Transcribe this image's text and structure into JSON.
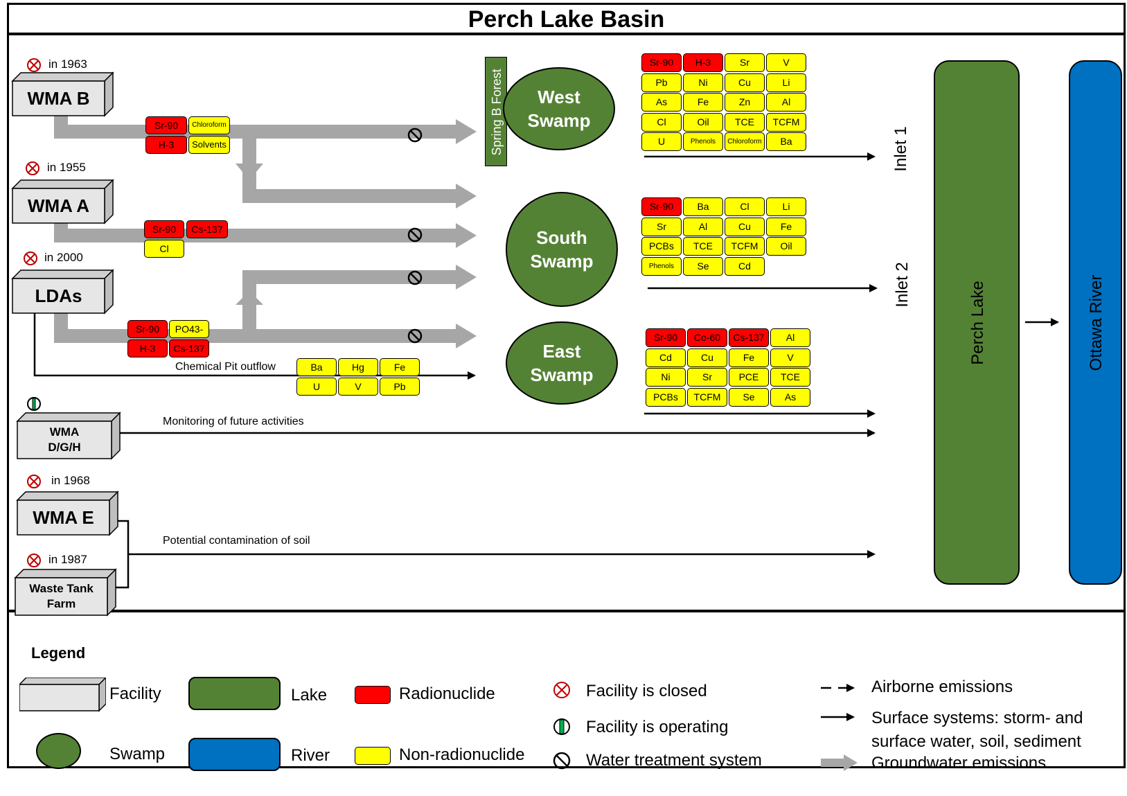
{
  "title": "Perch Lake Basin",
  "colors": {
    "radionuclide": "#ff0000",
    "non_radionuclide": "#ffff00",
    "lake": "#548235",
    "river": "#0070c0",
    "facility": "#e7e6e6",
    "groundwater": "#a6a6a6"
  },
  "facilities": {
    "wma_b": {
      "label": "WMA B",
      "status_year": "in 1963"
    },
    "wma_a": {
      "label": "WMA A",
      "status_year": "in 1955"
    },
    "ldas": {
      "label": "LDAs",
      "status_year": "in 2000"
    },
    "wma_dgh": {
      "label": "WMA D/G/H"
    },
    "wma_e": {
      "label": "WMA E",
      "status_year": "in 1968"
    },
    "waste_tank_farm": {
      "label": "Waste Tank Farm",
      "status_year": "in 1987"
    }
  },
  "flow_labels": {
    "chemical_pit": "Chemical Pit outflow",
    "monitoring": "Monitoring of future activities",
    "potential_soil": "Potential contamination of soil"
  },
  "source_contaminants": {
    "wma_b": [
      "Sr-90",
      "Chloroform",
      "H-3",
      "Solvents"
    ],
    "wma_a": [
      "Sr-90",
      "Cs-137",
      "Cl"
    ],
    "ldas": [
      "Sr-90",
      "PO43-",
      "H-3",
      "Cs-137"
    ],
    "chemical_pit": [
      "Ba",
      "Hg",
      "Fe",
      "U",
      "V",
      "Pb"
    ]
  },
  "swamps": {
    "west": "West Swamp",
    "south": "South Swamp",
    "east": "East Swamp",
    "spring_b_forest": "Spring B Forest"
  },
  "swamp_contaminants": {
    "west": [
      "Sr-90",
      "H-3",
      "Sr",
      "V",
      "Pb",
      "Ni",
      "Cu",
      "Li",
      "As",
      "Fe",
      "Zn",
      "Al",
      "Cl",
      "Oil",
      "TCE",
      "TCFM",
      "U",
      "Phenols",
      "Chloroform",
      "Ba"
    ],
    "south": [
      "Sr-90",
      "Ba",
      "Cl",
      "Li",
      "Sr",
      "Al",
      "Cu",
      "Fe",
      "PCBs",
      "TCE",
      "TCFM",
      "Oil",
      "Phenols",
      "Se",
      "Cd"
    ],
    "east": [
      "Sr-90",
      "Co-60",
      "Cs-137",
      "Al",
      "Cd",
      "Cu",
      "Fe",
      "V",
      "Ni",
      "Sr",
      "PCE",
      "TCE",
      "PCBs",
      "TCFM",
      "Se",
      "As"
    ]
  },
  "inlets": {
    "inlet1": "Inlet 1",
    "inlet2": "Inlet 2"
  },
  "lake": "Perch Lake",
  "river": "Ottawa River",
  "legend": {
    "heading": "Legend",
    "facility": "Facility",
    "lake": "Lake",
    "radionuclide": "Radionuclide",
    "closed": "Facility is closed",
    "airborne": "Airborne emissions",
    "swamp": "Swamp",
    "river": "River",
    "non_radionuclide": "Non-radionuclide",
    "operating": "Facility is operating",
    "water_treatment": "Water treatment system",
    "surface": "Surface systems: storm- and surface water, soil, sediment",
    "groundwater": "Groundwater emissions"
  }
}
